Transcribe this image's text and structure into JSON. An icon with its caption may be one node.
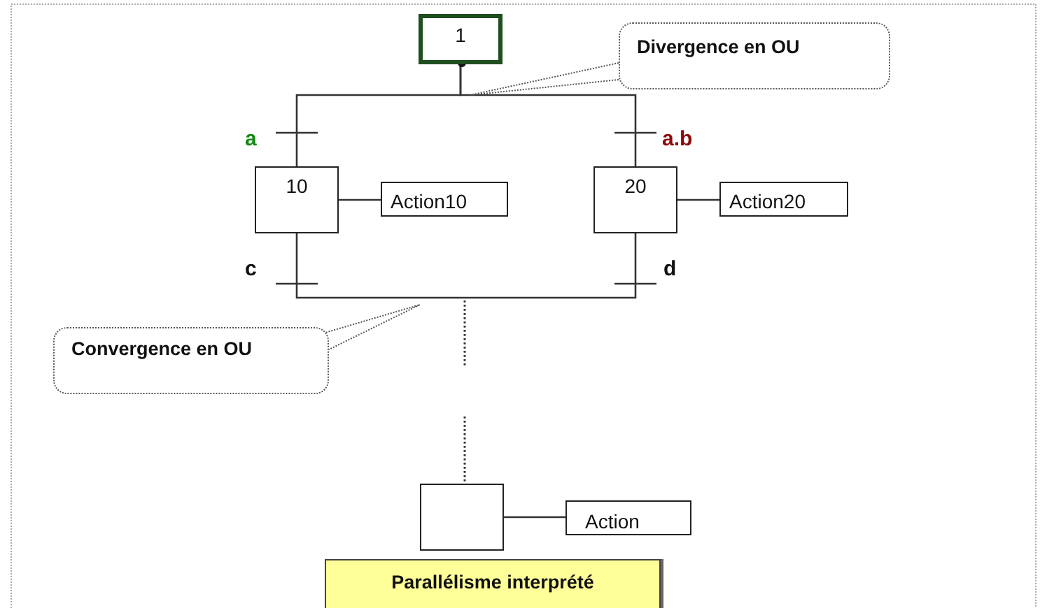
{
  "diagram": {
    "nodes": [
      {
        "text": [
          "1"
        ]
      },
      {
        "text": [
          "Divergence en OU"
        ]
      },
      {
        "text": [
          "10"
        ]
      },
      {
        "text": [
          "Action10"
        ]
      },
      {
        "text": [
          "20"
        ]
      },
      {
        "text": [
          "Action20"
        ]
      },
      {
        "text": [
          "Convergence en OU"
        ]
      },
      {
        "text": [],
        "shape": "box"
      },
      {
        "text": [
          "Action"
        ]
      },
      {
        "text": [
          "Parallélisme interprété"
        ]
      }
    ],
    "edges": [
      {
        "from": 0,
        "to": 2,
        "arrow": "none"
      },
      {
        "from": 0,
        "to": 4,
        "arrow": "none"
      },
      {
        "from": 2,
        "to": 3,
        "arrow": "none"
      },
      {
        "from": 4,
        "to": 5,
        "arrow": "none"
      },
      {
        "from": 2,
        "to": 7,
        "arrow": "none",
        "style": "dashed"
      },
      {
        "from": 4,
        "to": 7,
        "arrow": "none",
        "style": "dashed"
      },
      {
        "from": 7,
        "to": 8,
        "arrow": "none"
      },
      {
        "from": 1,
        "to": null,
        "arrow": "none",
        "style": "dashed"
      },
      {
        "from": 6,
        "to": null,
        "arrow": "none",
        "style": "dashed"
      }
    ],
    "labels": [
      "a",
      "a.b",
      "c",
      "d"
    ]
  }
}
